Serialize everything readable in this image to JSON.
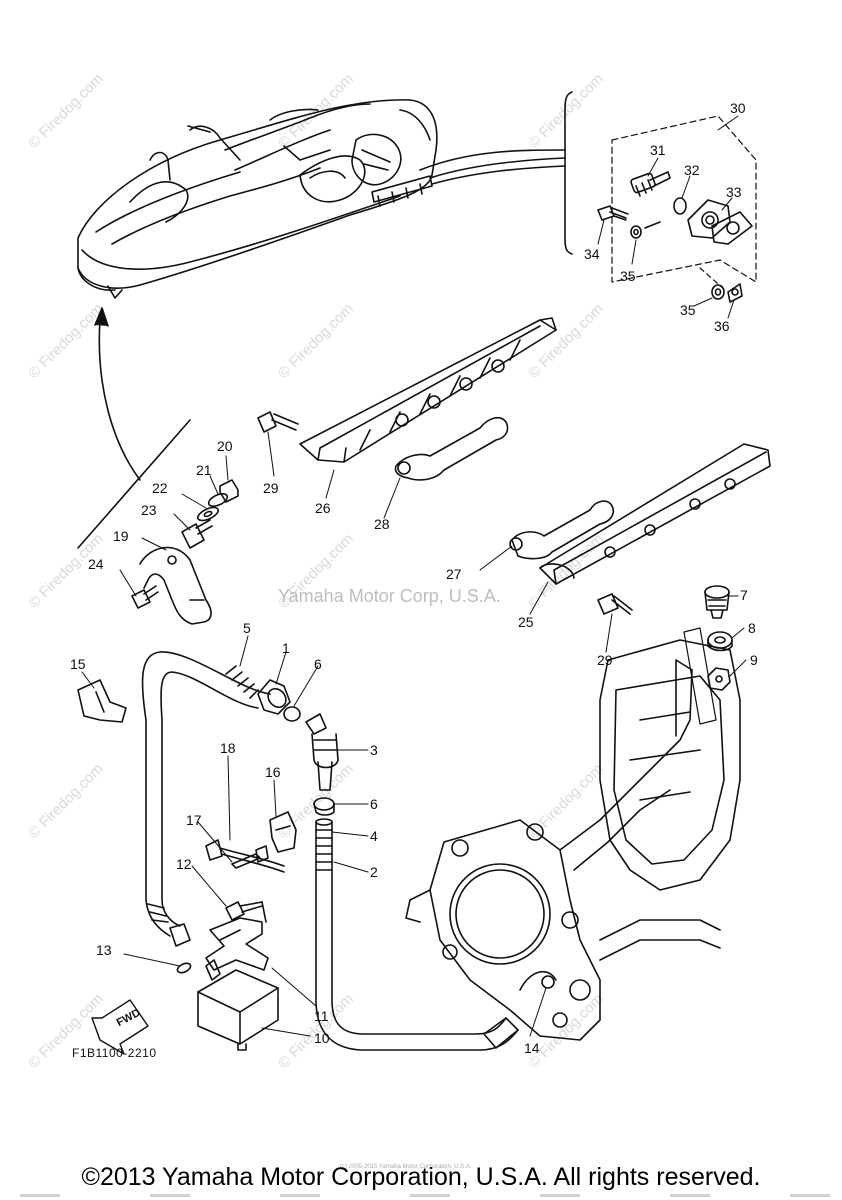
{
  "watermark": {
    "text": "© Firedog.com"
  },
  "center_watermark": "Yamaha Motor Corp, U.S.A.",
  "diagram_code": "F1B1100-2210",
  "fwd_label": "FWD",
  "footer": "©2013 Yamaha Motor Corporation, U.S.A. All rights reserved.",
  "tiny_footer": "(c) 2005-2015 Yamaha Motor Corporation, U.S.A.",
  "parts": [
    {
      "id": "30"
    },
    {
      "id": "31"
    },
    {
      "id": "32"
    },
    {
      "id": "33"
    },
    {
      "id": "34"
    },
    {
      "id": "35"
    },
    {
      "id": "35b",
      "label": "35"
    },
    {
      "id": "36"
    },
    {
      "id": "20"
    },
    {
      "id": "21"
    },
    {
      "id": "22"
    },
    {
      "id": "23"
    },
    {
      "id": "19"
    },
    {
      "id": "24"
    },
    {
      "id": "29"
    },
    {
      "id": "26"
    },
    {
      "id": "28"
    },
    {
      "id": "27"
    },
    {
      "id": "25"
    },
    {
      "id": "29b",
      "label": "29"
    },
    {
      "id": "7"
    },
    {
      "id": "8"
    },
    {
      "id": "9"
    },
    {
      "id": "5"
    },
    {
      "id": "1"
    },
    {
      "id": "6"
    },
    {
      "id": "3"
    },
    {
      "id": "6b",
      "label": "6"
    },
    {
      "id": "4"
    },
    {
      "id": "2"
    },
    {
      "id": "15"
    },
    {
      "id": "18"
    },
    {
      "id": "16"
    },
    {
      "id": "17"
    },
    {
      "id": "12"
    },
    {
      "id": "13"
    },
    {
      "id": "11"
    },
    {
      "id": "10"
    },
    {
      "id": "14"
    }
  ]
}
